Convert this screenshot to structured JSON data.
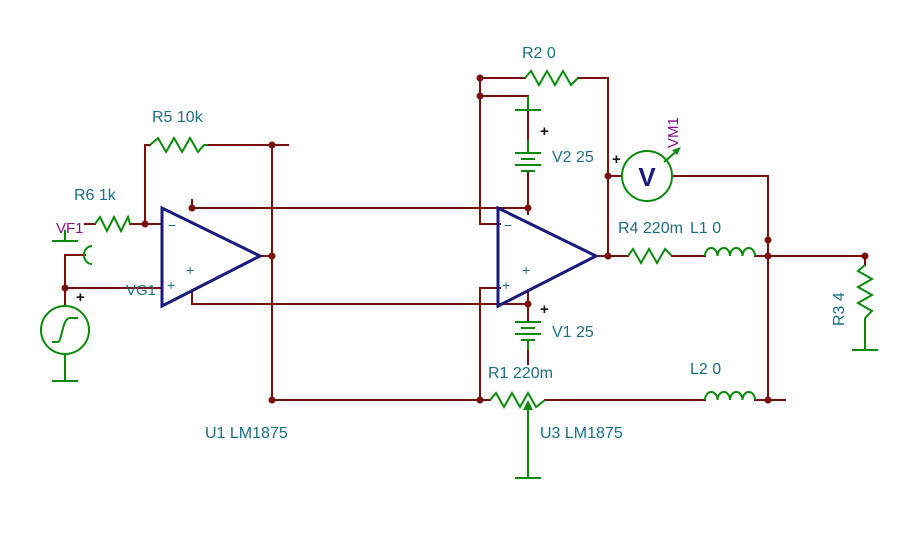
{
  "components": {
    "R5": {
      "label": "R5 10k"
    },
    "R6": {
      "label": "R6 1k"
    },
    "R2": {
      "label": "R2 0"
    },
    "R1": {
      "label": "R1 220m"
    },
    "R4": {
      "label": "R4 220m"
    },
    "R3": {
      "label": "R3 4"
    },
    "L1": {
      "label": "L1 0"
    },
    "L2": {
      "label": "L2 0"
    },
    "V1": {
      "label": "V1 25"
    },
    "V2": {
      "label": "V2 25"
    },
    "U1": {
      "label": "U1 LM1875"
    },
    "U3": {
      "label": "U3 LM1875"
    },
    "VG1": {
      "label": "VG1"
    },
    "VF1": {
      "label": "VF1"
    },
    "VM1": {
      "label": "VM1",
      "symbol": "V"
    }
  },
  "pin_signs": {
    "minus": "−",
    "plus": "+"
  },
  "polarity_mark": "+",
  "colors": {
    "wire": "#7a0f0f",
    "component": "#0a8a0a",
    "opamp": "#1a1a7a",
    "label": "#1a6f86",
    "instrument_label": "#8a0f8a"
  }
}
